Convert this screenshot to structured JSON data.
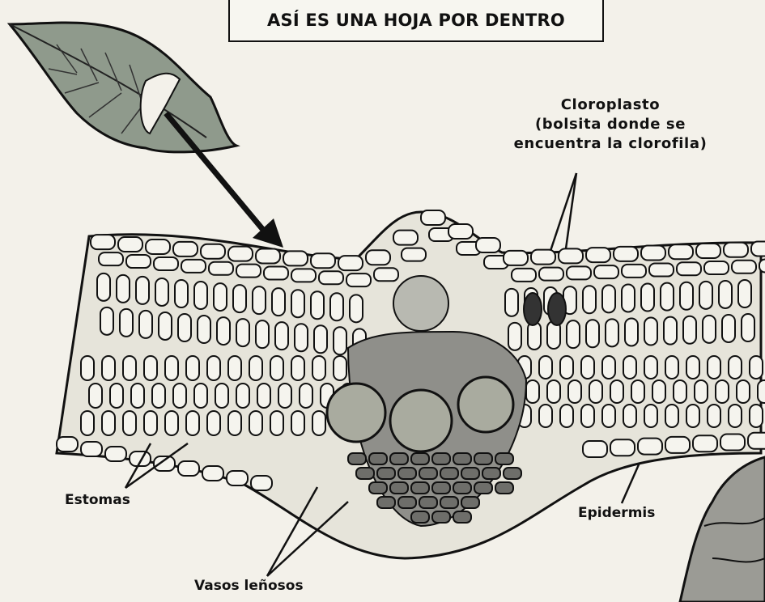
{
  "title": "ASÍ ES UNA HOJA POR DENTRO",
  "labels": {
    "chloroplast_line1": "Cloroplasto",
    "chloroplast_line2": "(bolsita donde se",
    "chloroplast_line3": "encuentra la clorofila)",
    "stomata": "Estomas",
    "epidermis": "Epidermis",
    "vessels": "Vasos leñosos"
  },
  "colors": {
    "paper": "#f3f1ea",
    "ink": "#111111",
    "leaf": "#8f9a8c",
    "cell": "#f5f4ee",
    "vein_gray": "#9a9a94",
    "dark_cell": "#6e6e6a"
  }
}
